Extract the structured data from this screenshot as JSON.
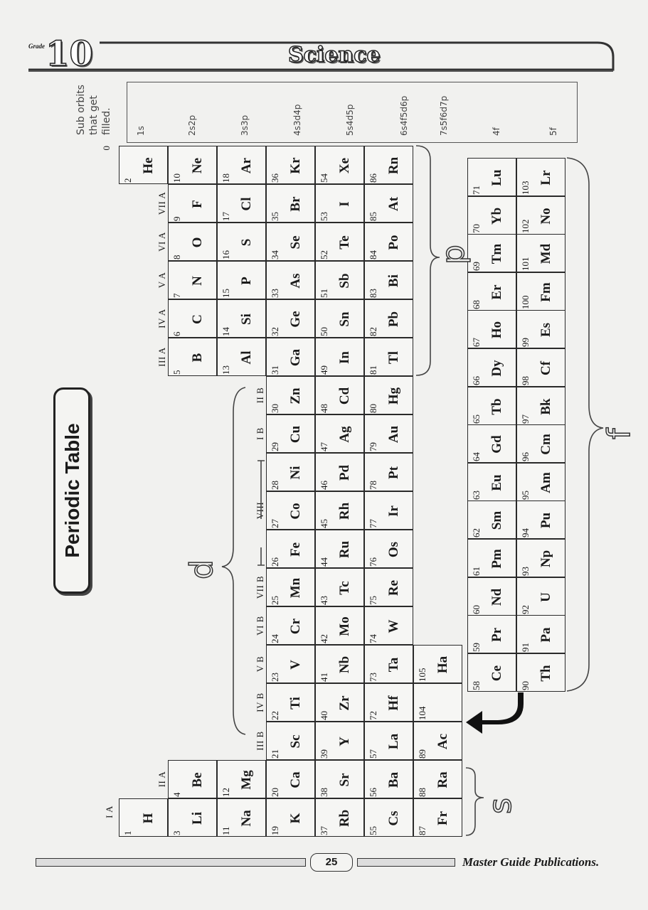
{
  "header": {
    "grade_label": "Grade",
    "grade_number": "10",
    "subject": "Science"
  },
  "sub_orbits": {
    "caption_lines": [
      "Sub orbits",
      "that get",
      "filled."
    ],
    "labels": [
      "1s",
      "2s2p",
      "3s3p",
      "4s3d4p",
      "5s4d5p",
      "6s4f5d6p",
      "7s5f6d7p",
      "4f",
      "5f"
    ]
  },
  "title": "Periodic Table",
  "group_labels": [
    {
      "g": 1,
      "text": "I A"
    },
    {
      "g": 2,
      "text": "II A"
    },
    {
      "g": 3,
      "text": "III B"
    },
    {
      "g": 4,
      "text": "IV B"
    },
    {
      "g": 5,
      "text": "V B"
    },
    {
      "g": 6,
      "text": "VI B"
    },
    {
      "g": 7,
      "text": "VII B"
    },
    {
      "g": 9,
      "text": "VIII"
    },
    {
      "g": 11,
      "text": "I B"
    },
    {
      "g": 12,
      "text": "II B"
    },
    {
      "g": 13,
      "text": "III A"
    },
    {
      "g": 14,
      "text": "IV A"
    },
    {
      "g": 15,
      "text": "V A"
    },
    {
      "g": 16,
      "text": "VI A"
    },
    {
      "g": 17,
      "text": "VII A"
    },
    {
      "g": 18,
      "text": "0"
    }
  ],
  "block_labels": {
    "s": "s",
    "p": "p",
    "d": "d",
    "f": "f"
  },
  "elements": [
    {
      "z": "1",
      "s": "H",
      "g": 1,
      "p": 1
    },
    {
      "z": "2",
      "s": "He",
      "g": 18,
      "p": 1
    },
    {
      "z": "3",
      "s": "Li",
      "g": 1,
      "p": 2
    },
    {
      "z": "4",
      "s": "Be",
      "g": 2,
      "p": 2
    },
    {
      "z": "5",
      "s": "B",
      "g": 13,
      "p": 2
    },
    {
      "z": "6",
      "s": "C",
      "g": 14,
      "p": 2
    },
    {
      "z": "7",
      "s": "N",
      "g": 15,
      "p": 2
    },
    {
      "z": "8",
      "s": "O",
      "g": 16,
      "p": 2
    },
    {
      "z": "9",
      "s": "F",
      "g": 17,
      "p": 2
    },
    {
      "z": "10",
      "s": "Ne",
      "g": 18,
      "p": 2
    },
    {
      "z": "11",
      "s": "Na",
      "g": 1,
      "p": 3
    },
    {
      "z": "12",
      "s": "Mg",
      "g": 2,
      "p": 3
    },
    {
      "z": "13",
      "s": "Al",
      "g": 13,
      "p": 3
    },
    {
      "z": "14",
      "s": "Si",
      "g": 14,
      "p": 3
    },
    {
      "z": "15",
      "s": "P",
      "g": 15,
      "p": 3
    },
    {
      "z": "16",
      "s": "S",
      "g": 16,
      "p": 3
    },
    {
      "z": "17",
      "s": "Cl",
      "g": 17,
      "p": 3
    },
    {
      "z": "18",
      "s": "Ar",
      "g": 18,
      "p": 3
    },
    {
      "z": "19",
      "s": "K",
      "g": 1,
      "p": 4
    },
    {
      "z": "20",
      "s": "Ca",
      "g": 2,
      "p": 4
    },
    {
      "z": "21",
      "s": "Sc",
      "g": 3,
      "p": 4
    },
    {
      "z": "22",
      "s": "Ti",
      "g": 4,
      "p": 4
    },
    {
      "z": "23",
      "s": "V",
      "g": 5,
      "p": 4
    },
    {
      "z": "24",
      "s": "Cr",
      "g": 6,
      "p": 4
    },
    {
      "z": "25",
      "s": "Mn",
      "g": 7,
      "p": 4
    },
    {
      "z": "26",
      "s": "Fe",
      "g": 8,
      "p": 4
    },
    {
      "z": "27",
      "s": "Co",
      "g": 9,
      "p": 4
    },
    {
      "z": "28",
      "s": "Ni",
      "g": 10,
      "p": 4
    },
    {
      "z": "29",
      "s": "Cu",
      "g": 11,
      "p": 4
    },
    {
      "z": "30",
      "s": "Zn",
      "g": 12,
      "p": 4
    },
    {
      "z": "31",
      "s": "Ga",
      "g": 13,
      "p": 4
    },
    {
      "z": "32",
      "s": "Ge",
      "g": 14,
      "p": 4
    },
    {
      "z": "33",
      "s": "As",
      "g": 15,
      "p": 4
    },
    {
      "z": "34",
      "s": "Se",
      "g": 16,
      "p": 4
    },
    {
      "z": "35",
      "s": "Br",
      "g": 17,
      "p": 4
    },
    {
      "z": "36",
      "s": "Kr",
      "g": 18,
      "p": 4
    },
    {
      "z": "37",
      "s": "Rb",
      "g": 1,
      "p": 5
    },
    {
      "z": "38",
      "s": "Sr",
      "g": 2,
      "p": 5
    },
    {
      "z": "39",
      "s": "Y",
      "g": 3,
      "p": 5
    },
    {
      "z": "40",
      "s": "Zr",
      "g": 4,
      "p": 5
    },
    {
      "z": "41",
      "s": "Nb",
      "g": 5,
      "p": 5
    },
    {
      "z": "42",
      "s": "Mo",
      "g": 6,
      "p": 5
    },
    {
      "z": "43",
      "s": "Tc",
      "g": 7,
      "p": 5
    },
    {
      "z": "44",
      "s": "Ru",
      "g": 8,
      "p": 5
    },
    {
      "z": "45",
      "s": "Rh",
      "g": 9,
      "p": 5
    },
    {
      "z": "46",
      "s": "Pd",
      "g": 10,
      "p": 5
    },
    {
      "z": "47",
      "s": "Ag",
      "g": 11,
      "p": 5
    },
    {
      "z": "48",
      "s": "Cd",
      "g": 12,
      "p": 5
    },
    {
      "z": "49",
      "s": "In",
      "g": 13,
      "p": 5
    },
    {
      "z": "50",
      "s": "Sn",
      "g": 14,
      "p": 5
    },
    {
      "z": "51",
      "s": "Sb",
      "g": 15,
      "p": 5
    },
    {
      "z": "52",
      "s": "Te",
      "g": 16,
      "p": 5
    },
    {
      "z": "53",
      "s": "I",
      "g": 17,
      "p": 5
    },
    {
      "z": "54",
      "s": "Xe",
      "g": 18,
      "p": 5
    },
    {
      "z": "55",
      "s": "Cs",
      "g": 1,
      "p": 6
    },
    {
      "z": "56",
      "s": "Ba",
      "g": 2,
      "p": 6
    },
    {
      "z": "57",
      "s": "La",
      "g": 3,
      "p": 6
    },
    {
      "z": "72",
      "s": "Hf",
      "g": 4,
      "p": 6
    },
    {
      "z": "73",
      "s": "Ta",
      "g": 5,
      "p": 6
    },
    {
      "z": "74",
      "s": "W",
      "g": 6,
      "p": 6
    },
    {
      "z": "75",
      "s": "Re",
      "g": 7,
      "p": 6
    },
    {
      "z": "76",
      "s": "Os",
      "g": 8,
      "p": 6
    },
    {
      "z": "77",
      "s": "Ir",
      "g": 9,
      "p": 6
    },
    {
      "z": "78",
      "s": "Pt",
      "g": 10,
      "p": 6
    },
    {
      "z": "79",
      "s": "Au",
      "g": 11,
      "p": 6
    },
    {
      "z": "80",
      "s": "Hg",
      "g": 12,
      "p": 6
    },
    {
      "z": "81",
      "s": "Tl",
      "g": 13,
      "p": 6
    },
    {
      "z": "82",
      "s": "Pb",
      "g": 14,
      "p": 6
    },
    {
      "z": "83",
      "s": "Bi",
      "g": 15,
      "p": 6
    },
    {
      "z": "84",
      "s": "Po",
      "g": 16,
      "p": 6
    },
    {
      "z": "85",
      "s": "At",
      "g": 17,
      "p": 6
    },
    {
      "z": "86",
      "s": "Rn",
      "g": 18,
      "p": 6
    },
    {
      "z": "87",
      "s": "Fr",
      "g": 1,
      "p": 7
    },
    {
      "z": "88",
      "s": "Ra",
      "g": 2,
      "p": 7
    },
    {
      "z": "89",
      "s": "Ac",
      "g": 3,
      "p": 7
    },
    {
      "z": "104",
      "s": "",
      "g": 4,
      "p": 7
    },
    {
      "z": "105",
      "s": "Ha",
      "g": 5,
      "p": 7
    }
  ],
  "f_block": {
    "lanthanides": [
      {
        "z": "58",
        "s": "Ce"
      },
      {
        "z": "59",
        "s": "Pr"
      },
      {
        "z": "60",
        "s": "Nd"
      },
      {
        "z": "61",
        "s": "Pm"
      },
      {
        "z": "62",
        "s": "Sm"
      },
      {
        "z": "63",
        "s": "Eu"
      },
      {
        "z": "64",
        "s": "Gd"
      },
      {
        "z": "65",
        "s": "Tb"
      },
      {
        "z": "66",
        "s": "Dy"
      },
      {
        "z": "67",
        "s": "Ho"
      },
      {
        "z": "68",
        "s": "Er"
      },
      {
        "z": "69",
        "s": "Tm"
      },
      {
        "z": "70",
        "s": "Yb"
      },
      {
        "z": "71",
        "s": "Lu"
      }
    ],
    "actinides": [
      {
        "z": "90",
        "s": "Th"
      },
      {
        "z": "91",
        "s": "Pa"
      },
      {
        "z": "92",
        "s": "U"
      },
      {
        "z": "93",
        "s": "Np"
      },
      {
        "z": "94",
        "s": "Pu"
      },
      {
        "z": "95",
        "s": "Am"
      },
      {
        "z": "96",
        "s": "Cm"
      },
      {
        "z": "97",
        "s": "Bk"
      },
      {
        "z": "98",
        "s": "Cf"
      },
      {
        "z": "99",
        "s": "Es"
      },
      {
        "z": "100",
        "s": "Fm"
      },
      {
        "z": "101",
        "s": "Md"
      },
      {
        "z": "102",
        "s": "No"
      },
      {
        "z": "103",
        "s": "Lr"
      }
    ]
  },
  "footer": {
    "page_number": "25",
    "publisher": "Master Guide Publications."
  }
}
